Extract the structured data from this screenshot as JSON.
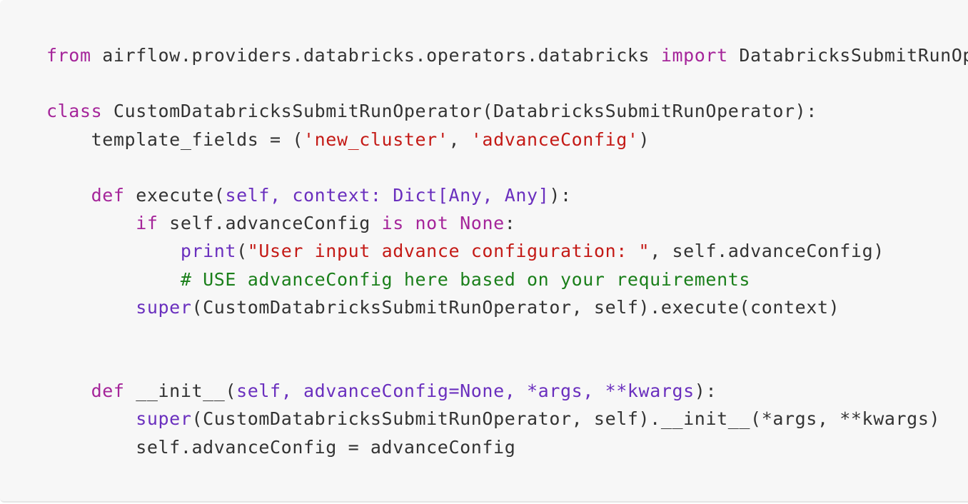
{
  "colors": {
    "background": "#f7f7f7",
    "keyword": "#a5259a",
    "string": "#c41a16",
    "builtin": "#6a2fbe",
    "comment": "#1a7f1a",
    "text": "#333333"
  },
  "code": {
    "lines": [
      [
        {
          "t": "from",
          "k": "kw"
        },
        {
          "t": " airflow.providers.databricks.operators.databricks ",
          "k": "plain"
        },
        {
          "t": "import",
          "k": "kw"
        },
        {
          "t": " DatabricksSubmitRunOperator",
          "k": "plain"
        }
      ],
      [],
      [
        {
          "t": "class",
          "k": "kw"
        },
        {
          "t": " CustomDatabricksSubmitRunOperator(DatabricksSubmitRunOperator):",
          "k": "plain"
        }
      ],
      [
        {
          "t": "    template_fields = (",
          "k": "plain"
        },
        {
          "t": "'new_cluster'",
          "k": "str"
        },
        {
          "t": ", ",
          "k": "plain"
        },
        {
          "t": "'advanceConfig'",
          "k": "str"
        },
        {
          "t": ")",
          "k": "plain"
        }
      ],
      [],
      [
        {
          "t": "    ",
          "k": "plain"
        },
        {
          "t": "def",
          "k": "kw"
        },
        {
          "t": " execute(",
          "k": "plain"
        },
        {
          "t": "self, context: Dict[Any, Any]",
          "k": "param"
        },
        {
          "t": "):",
          "k": "plain"
        }
      ],
      [
        {
          "t": "        ",
          "k": "plain"
        },
        {
          "t": "if",
          "k": "kw"
        },
        {
          "t": " self.advanceConfig ",
          "k": "plain"
        },
        {
          "t": "is",
          "k": "kw"
        },
        {
          "t": " ",
          "k": "plain"
        },
        {
          "t": "not",
          "k": "kw"
        },
        {
          "t": " ",
          "k": "plain"
        },
        {
          "t": "None",
          "k": "kw"
        },
        {
          "t": ":",
          "k": "plain"
        }
      ],
      [
        {
          "t": "            ",
          "k": "plain"
        },
        {
          "t": "print",
          "k": "builtin"
        },
        {
          "t": "(",
          "k": "plain"
        },
        {
          "t": "\"User input advance configuration: \"",
          "k": "str"
        },
        {
          "t": ", self.advanceConfig)",
          "k": "plain"
        }
      ],
      [
        {
          "t": "            ",
          "k": "plain"
        },
        {
          "t": "# USE advanceConfig here based on your requirements",
          "k": "comment"
        }
      ],
      [
        {
          "t": "        ",
          "k": "plain"
        },
        {
          "t": "super",
          "k": "builtin"
        },
        {
          "t": "(CustomDatabricksSubmitRunOperator, self).execute(context)",
          "k": "plain"
        }
      ],
      [],
      [],
      [
        {
          "t": "    ",
          "k": "plain"
        },
        {
          "t": "def",
          "k": "kw"
        },
        {
          "t": " __init__(",
          "k": "plain"
        },
        {
          "t": "self, advanceConfig=None, *args, **kwargs",
          "k": "param"
        },
        {
          "t": "):",
          "k": "plain"
        }
      ],
      [
        {
          "t": "        ",
          "k": "plain"
        },
        {
          "t": "super",
          "k": "builtin"
        },
        {
          "t": "(CustomDatabricksSubmitRunOperator, self).__init__(*args, **kwargs)",
          "k": "plain"
        }
      ],
      [
        {
          "t": "        self.advanceConfig = advanceConfig",
          "k": "plain"
        }
      ]
    ]
  }
}
